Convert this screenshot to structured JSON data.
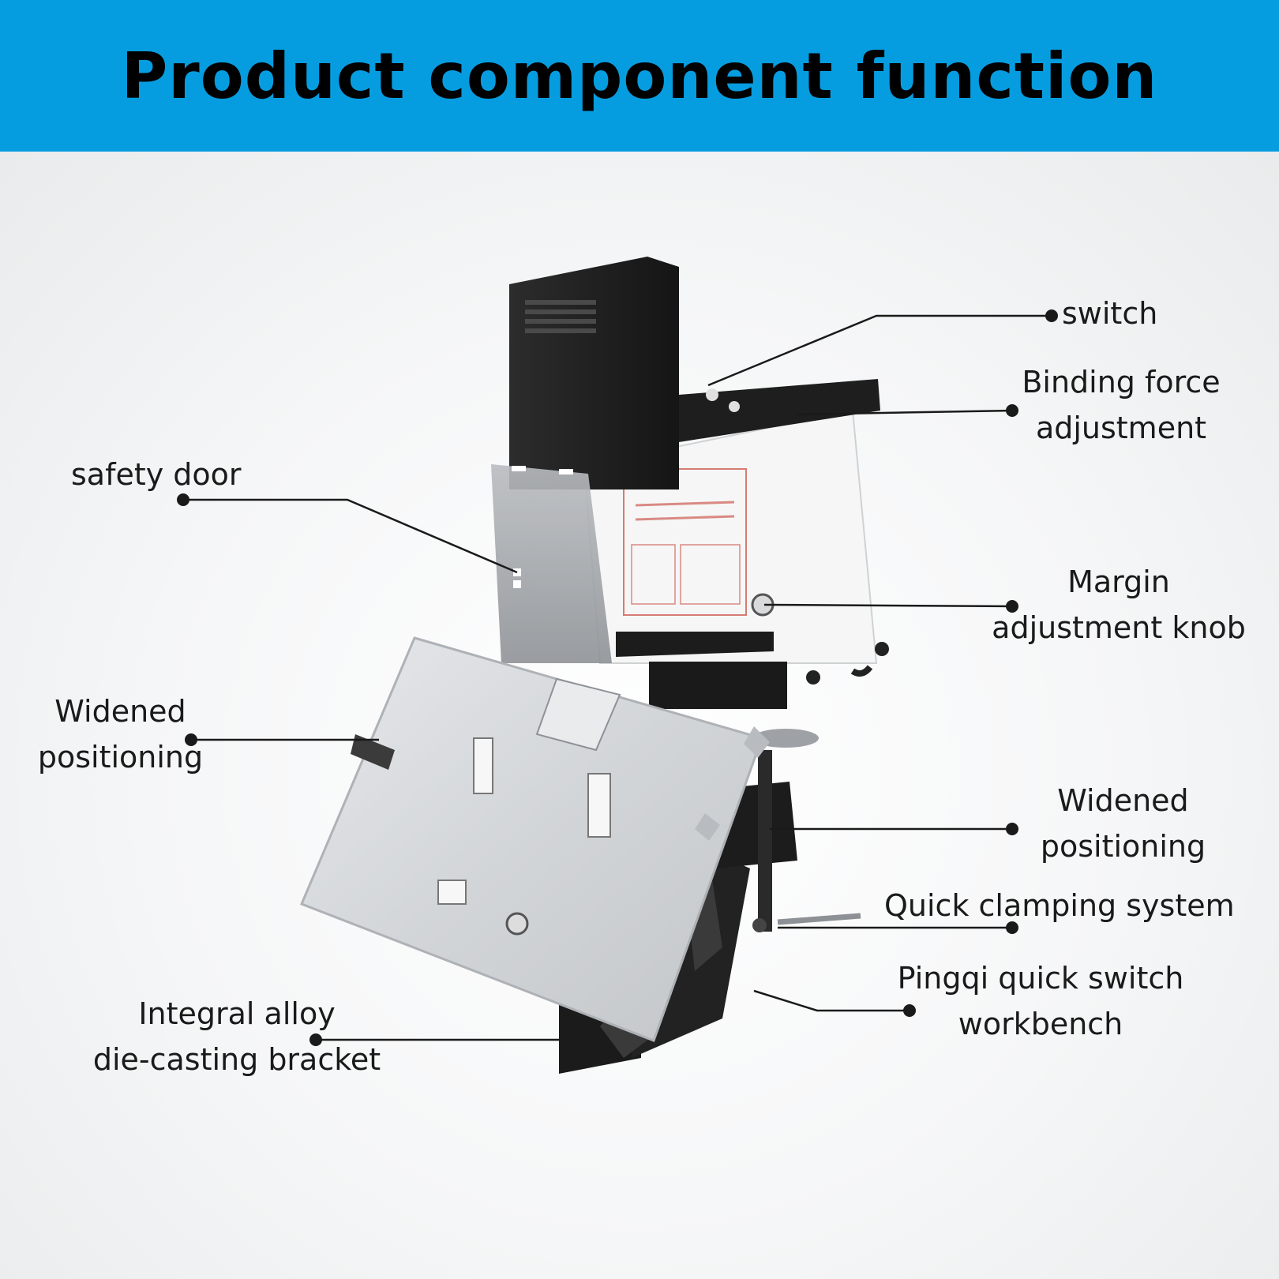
{
  "title": "Product component function",
  "colors": {
    "header_bg": "#069de0",
    "title_text": "#000000",
    "label_text": "#1a1a1a"
  },
  "callouts": {
    "switch": "switch",
    "binding_force": "Binding force\nadjustment",
    "safety_door": "safety door",
    "margin_knob": "Margin\nadjustment knob",
    "widened_left": "Widened\npositioning",
    "widened_right": "Widened\npositioning",
    "quick_clamping": "Quick clamping system",
    "pingqi": "Pingqi quick switch\nworkbench",
    "integral_alloy": "Integral alloy\ndie-casting bracket"
  }
}
